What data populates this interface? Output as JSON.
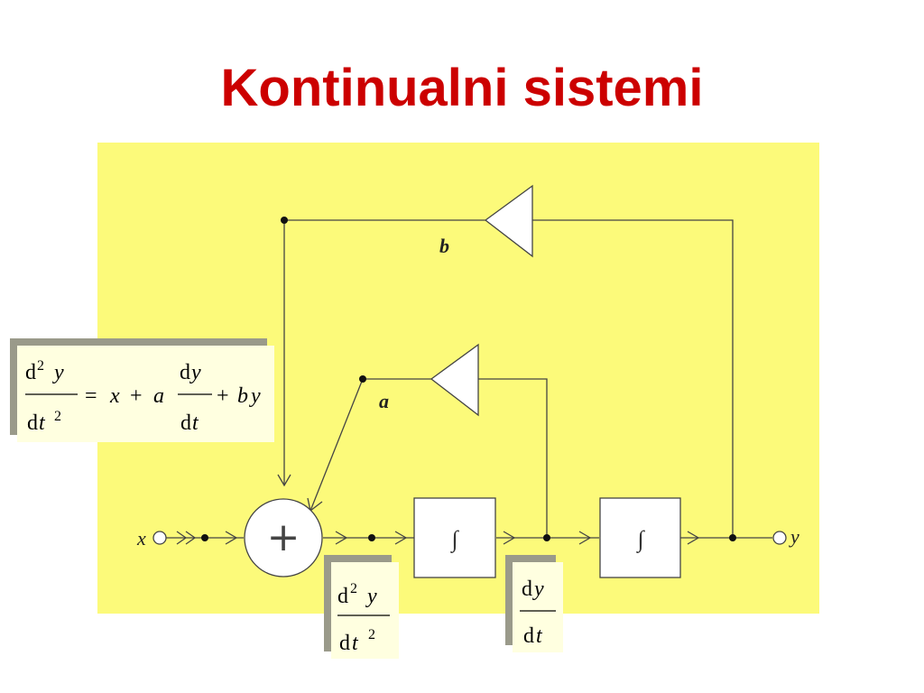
{
  "title": "Kontinualni sistemi",
  "colors": {
    "title": "#cc0000",
    "panel": "#fcfa7a",
    "box_face": "#ffffe0",
    "box_shadow": "#9a9a8a",
    "line": "#444444"
  },
  "diagram": {
    "input_label": "x",
    "output_label": "y",
    "gain_b_label": "b",
    "gain_a_label": "a",
    "adder_symbol": "+",
    "integrator_symbol": "∫"
  },
  "equation": {
    "d": "d",
    "two": "2",
    "y": "y",
    "t": "t",
    "eq": "=",
    "x": "x",
    "plus": "+",
    "a": "a",
    "b": "b"
  },
  "signal_d2y": {
    "d": "d",
    "two": "2",
    "y": "y",
    "t": "t"
  },
  "signal_dy": {
    "d": "d",
    "y": "y",
    "t": "t"
  }
}
